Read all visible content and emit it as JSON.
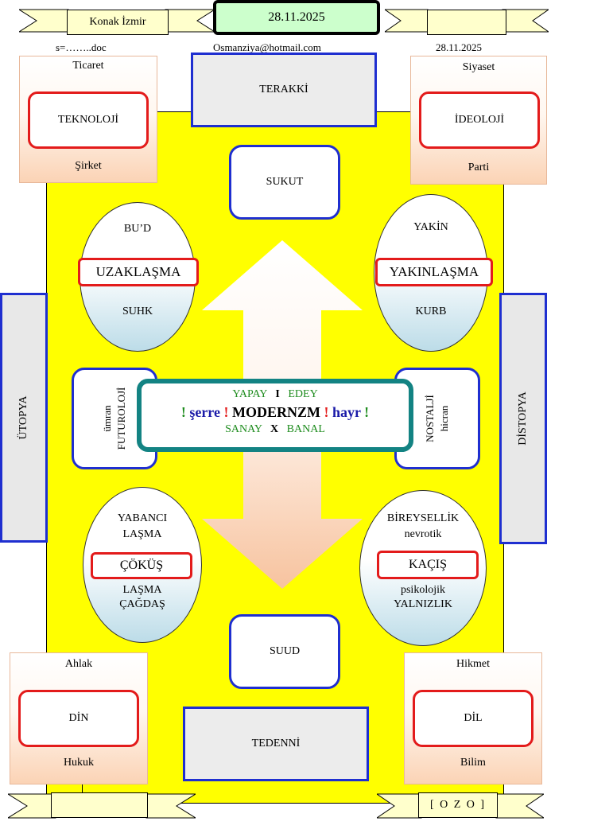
{
  "header": {
    "location": "Konak  İzmir",
    "date_main": "28.11.2025",
    "email": "Osmanziya@hotmail.com",
    "doc": "s=……..doc",
    "date_right": "28.11.2025",
    "right_ribbon": ""
  },
  "footer": {
    "left_ribbon": "",
    "signature": "[ O Z O ]"
  },
  "corners": {
    "top_left": {
      "top": "Ticaret",
      "center": "TEKNOLOJİ",
      "bottom": "Şirket"
    },
    "top_right": {
      "top": "Siyaset",
      "center": "İDEOLOJİ",
      "bottom": "Parti"
    },
    "bottom_left": {
      "top": "Ahlak",
      "center": "DİN",
      "bottom": "Hukuk"
    },
    "bottom_right": {
      "top": "Hikmet",
      "center": "DİL",
      "bottom": "Bilim"
    }
  },
  "boxes": {
    "terakki": "TERAKKİ",
    "sukut": "SUKUT",
    "suud": "SUUD",
    "tedenni": "TEDENNİ"
  },
  "sides": {
    "utopya": "ÜTOPYA",
    "distopya": "DİSTOPYA",
    "futurology_line1": "ümran",
    "futurology_line2": "FUTUROLOJİ",
    "nostalji_line1": "NOSTALJİ",
    "nostalji_line2": "hicran"
  },
  "ellipses": {
    "top_left": {
      "top": "BU’D",
      "center": "UZAKLAŞMA",
      "bottom": "SUHK"
    },
    "top_right": {
      "top": "YAKİN",
      "center": "YAKINLAŞMA",
      "bottom": "KURB"
    },
    "bottom_left": {
      "top1": "YABANCI",
      "top2": "LAŞMA",
      "center": "ÇÖKÜŞ",
      "bottom1": "LAŞMA",
      "bottom2": "ÇAĞDAŞ"
    },
    "bottom_right": {
      "top1": "BİREYSELLİK",
      "top2": "nevrotik",
      "center": "KAÇIŞ",
      "bottom1": "psikolojik",
      "bottom2": "YALNIZLIK"
    }
  },
  "center": {
    "line1_a": "YAPAY",
    "line1_sep": "I",
    "line1_b": "EDEY",
    "excl": "!",
    "serre": "şerre",
    "title": "MODERNZM",
    "hayr": "hayr",
    "line3_a": "SANAY",
    "line3_sep": "X",
    "line3_b": "BANAL"
  },
  "colors": {
    "yellow": "#ffff00",
    "blue_border": "#1f2fd0",
    "red_border": "#e31b1b",
    "teal_border": "#138383",
    "green_text": "#1e8c1e",
    "navy_text": "#1a1aa8",
    "red_text": "#e31b1b"
  }
}
